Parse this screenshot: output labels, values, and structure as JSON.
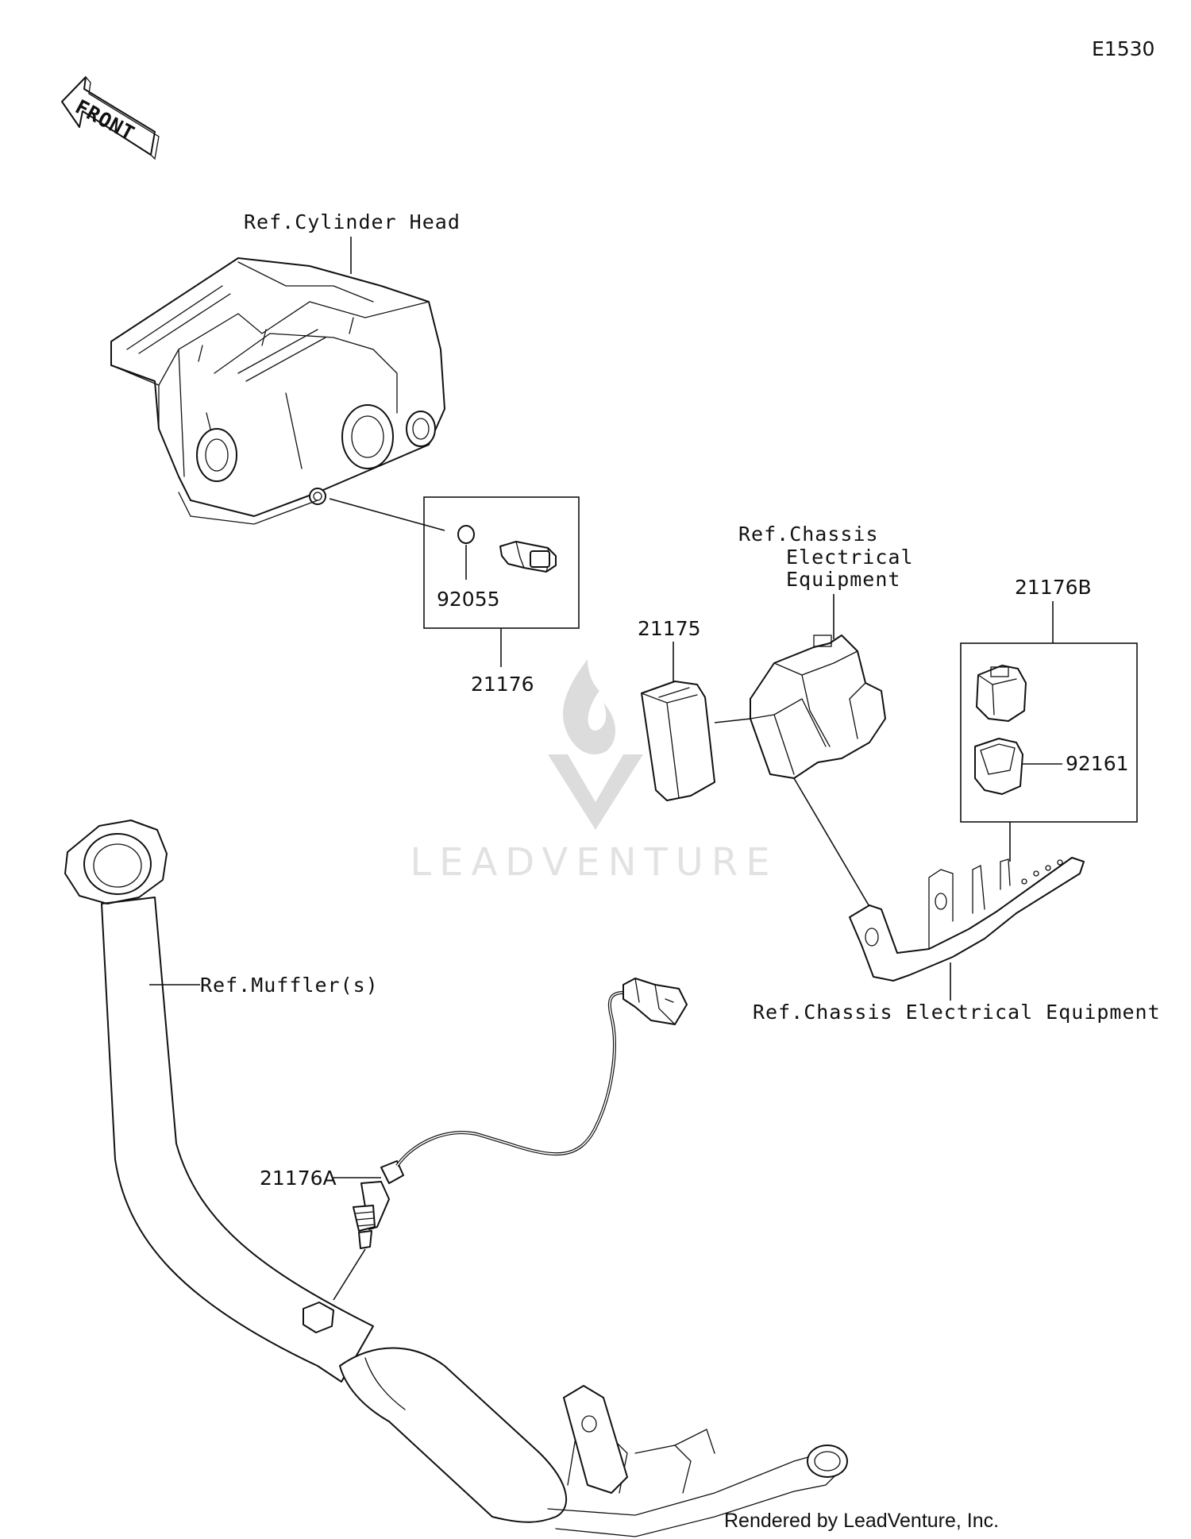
{
  "page": {
    "code": "E1530"
  },
  "direction": {
    "label": "FRONT"
  },
  "refs": {
    "cylinder_head": "Ref.Cylinder Head",
    "chassis_line1": "Ref.Chassis",
    "chassis_line2": "Electrical",
    "chassis_line3": "Equipment",
    "muffler": "Ref.Muffler(s)",
    "chassis_full": "Ref.Chassis Electrical Equipment"
  },
  "parts": {
    "p92055": "92055",
    "p21176": "21176",
    "p21175": "21175",
    "p21176B": "21176B",
    "p92161": "92161",
    "p21176A": "21176A"
  },
  "watermark": {
    "text": "LEADVENTURE"
  },
  "credit": "Rendered by LeadVenture, Inc."
}
